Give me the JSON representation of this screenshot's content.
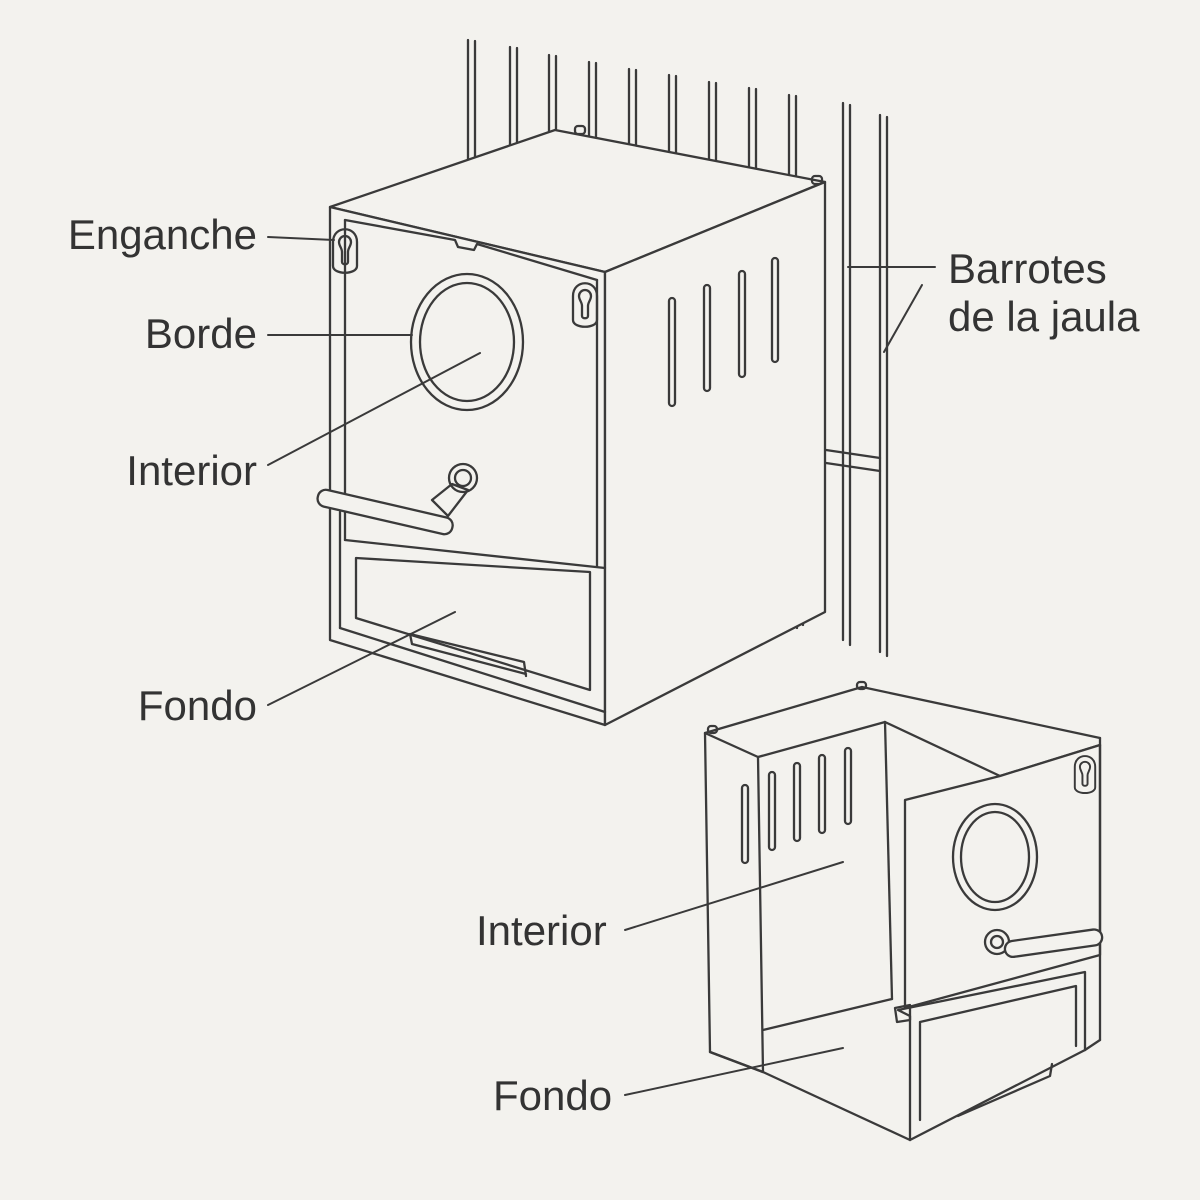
{
  "labels": {
    "enganche": "Enganche",
    "borde": "Borde",
    "interior_top": "Interior",
    "fondo_top": "Fondo",
    "barrotes_line1": "Barrotes",
    "barrotes_line2": "de la jaula",
    "interior_bottom": "Interior",
    "fondo_bottom": "Fondo"
  },
  "colors": {
    "background": "#f3f2ee",
    "line": "#3a3a3a",
    "text": "#333333"
  }
}
